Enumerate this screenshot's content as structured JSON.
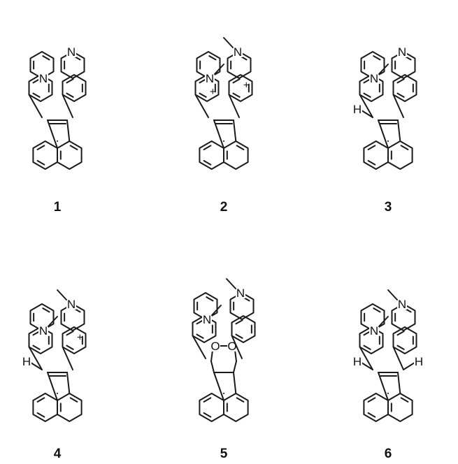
{
  "compounds": [
    {
      "label": "1",
      "left": {
        "n_label": "N",
        "methyl": false,
        "charge": "",
        "h_label": ""
      },
      "right": {
        "n_label": "N",
        "methyl": false,
        "charge": "",
        "h_label": ""
      },
      "bridge": "alkene",
      "peroxide": ""
    },
    {
      "label": "2",
      "left": {
        "n_label": "N",
        "methyl": true,
        "charge": "+",
        "h_label": ""
      },
      "right": {
        "n_label": "N",
        "methyl": true,
        "charge": "+",
        "h_label": ""
      },
      "bridge": "alkene",
      "peroxide": ""
    },
    {
      "label": "3",
      "left": {
        "n_label": "N",
        "methyl": true,
        "charge": "",
        "h_label": "H"
      },
      "right": {
        "n_label": "N",
        "methyl": false,
        "charge": "",
        "h_label": ""
      },
      "bridge": "alkene",
      "peroxide": ""
    },
    {
      "label": "4",
      "left": {
        "n_label": "N",
        "methyl": true,
        "charge": "",
        "h_label": "H"
      },
      "right": {
        "n_label": "N",
        "methyl": true,
        "charge": "+",
        "h_label": ""
      },
      "bridge": "alkene",
      "peroxide": ""
    },
    {
      "label": "5",
      "left": {
        "n_label": "N",
        "methyl": true,
        "charge": "",
        "h_label": ""
      },
      "right": {
        "n_label": "N",
        "methyl": true,
        "charge": "",
        "h_label": ""
      },
      "bridge": "peroxide",
      "peroxide": "O–O"
    },
    {
      "label": "6",
      "left": {
        "n_label": "N",
        "methyl": true,
        "charge": "",
        "h_label": "H"
      },
      "right": {
        "n_label": "N",
        "methyl": true,
        "charge": "",
        "h_label": "H"
      },
      "bridge": "alkene",
      "peroxide": ""
    }
  ],
  "peroxide_atoms": [
    "O",
    "O"
  ]
}
